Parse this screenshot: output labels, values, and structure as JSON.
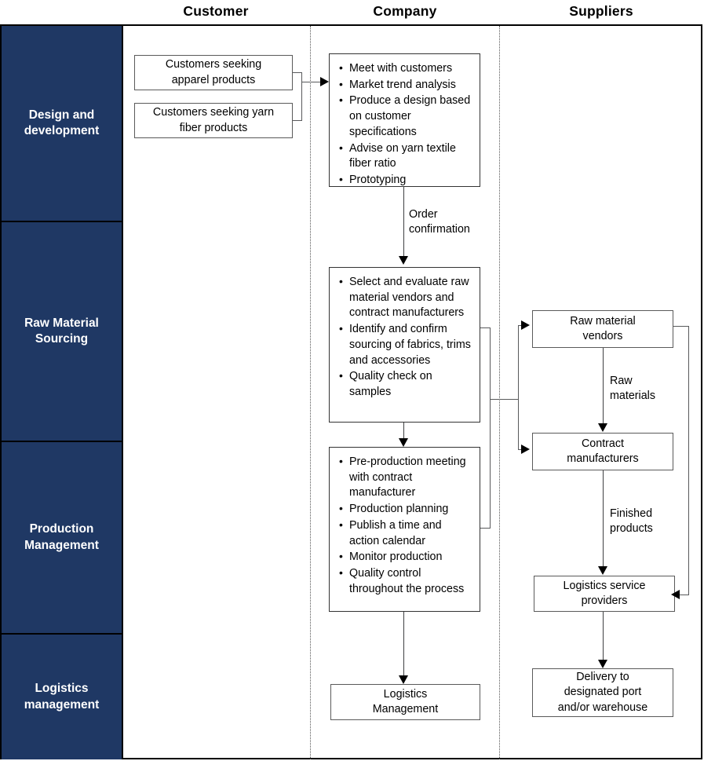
{
  "diagram": {
    "title": "Apparel supply chain swimlane process flow",
    "accent_color": "#1f3864",
    "frame_color": "#000000"
  },
  "columns": [
    {
      "key": "customer",
      "label": "Customer"
    },
    {
      "key": "company",
      "label": "Company"
    },
    {
      "key": "suppliers",
      "label": "Suppliers"
    }
  ],
  "stages": [
    {
      "key": "design",
      "label": "Design and\ndevelopment"
    },
    {
      "key": "sourcing",
      "label": "Raw Material\nSourcing"
    },
    {
      "key": "production",
      "label": "Production\nManagement"
    },
    {
      "key": "logistics",
      "label": "Logistics\nmanagement"
    }
  ],
  "customer_nodes": [
    {
      "key": "apparel",
      "text": "Customers seeking\napparel products"
    },
    {
      "key": "yarn",
      "text": "Customers seeking yarn\nfiber products"
    }
  ],
  "company_nodes": [
    {
      "key": "design",
      "bullets": [
        "Meet with customers",
        "Market trend analysis",
        "Produce a design based on customer specifications",
        "Advise on yarn textile fiber ratio",
        "Prototyping"
      ]
    },
    {
      "key": "sourcing",
      "bullets": [
        "Select and evaluate raw material vendors and contract manufacturers",
        "Identify and confirm sourcing of fabrics, trims and accessories",
        "Quality check on samples"
      ]
    },
    {
      "key": "production",
      "bullets": [
        "Pre-production meeting with contract manufacturer",
        "Production planning",
        "Publish a time and action calendar",
        "Monitor production",
        "Quality control throughout the process"
      ]
    },
    {
      "key": "logistics",
      "text": "Logistics\nManagement"
    }
  ],
  "supplier_nodes": [
    {
      "key": "raw-material-vendors",
      "text": "Raw material\nvendors"
    },
    {
      "key": "contract-manufacturers",
      "text": "Contract\nmanufacturers"
    },
    {
      "key": "logistics-service-providers",
      "text": "Logistics service\nproviders"
    },
    {
      "key": "delivery",
      "text": "Delivery to\ndesignated port\nand/or warehouse"
    }
  ],
  "edge_labels": [
    {
      "key": "order-confirmation",
      "text": "Order\nconfirmation"
    },
    {
      "key": "raw-materials",
      "text": "Raw\nmaterials"
    },
    {
      "key": "finished-products",
      "text": "Finished\nproducts"
    }
  ]
}
